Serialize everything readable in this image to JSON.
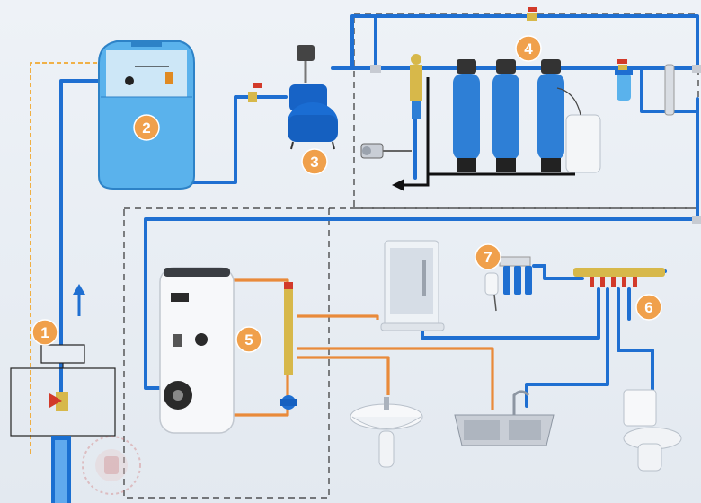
{
  "diagram": {
    "markers": [
      {
        "id": "1",
        "label": "1"
      },
      {
        "id": "2",
        "label": "2"
      },
      {
        "id": "3",
        "label": "3"
      },
      {
        "id": "4",
        "label": "4"
      },
      {
        "id": "5",
        "label": "5"
      },
      {
        "id": "6",
        "label": "6"
      },
      {
        "id": "7",
        "label": "7"
      }
    ],
    "colors": {
      "cold_pipe": "#1f6fd1",
      "hot_pipe": "#e98a3a",
      "control_line": "#f0a830",
      "drain_line": "#111111",
      "marker_fill": "#f0a04b",
      "tank_blue": "#3d9ee6",
      "filter_blue": "#2e7fd6",
      "dashed_border": "#333333"
    },
    "icons": [
      "storage-tank-icon",
      "pump-station-icon",
      "filter-column-icon",
      "salt-tank-icon",
      "boiler-icon",
      "shower-cabin-icon",
      "reverse-osmosis-icon",
      "manifold-icon",
      "sink-icon",
      "kitchen-sink-icon",
      "toilet-icon",
      "well-head-icon",
      "ball-valve-icon",
      "flow-arrow-icon"
    ]
  }
}
